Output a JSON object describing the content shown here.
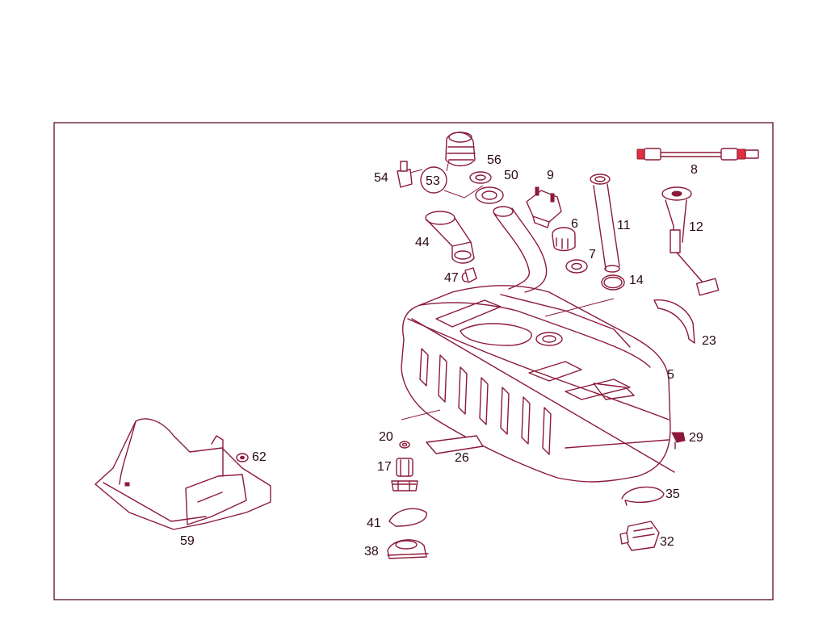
{
  "diagram": {
    "accent_color": "#8b1a3a",
    "callouts": {
      "c5": "5",
      "c6": "6",
      "c7": "7",
      "c8": "8",
      "c9": "9",
      "c11": "11",
      "c12": "12",
      "c14": "14",
      "c17": "17",
      "c20": "20",
      "c23": "23",
      "c26": "26",
      "c29": "29",
      "c32": "32",
      "c35": "35",
      "c38": "38",
      "c41": "41",
      "c44": "44",
      "c47": "47",
      "c50": "50",
      "c53": "53",
      "c54": "54",
      "c56": "56",
      "c59": "59",
      "c62": "62"
    }
  }
}
